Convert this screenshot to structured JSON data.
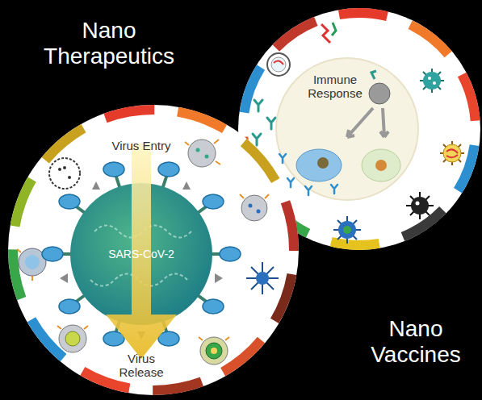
{
  "diagram": {
    "nodes": [
      {
        "text": [
          "Virus Entry",
          "Virus Release"
        ]
      },
      {
        "text": [
          "SARS-CoV-2"
        ],
        "in": 0
      },
      {
        "text": [
          "Immune Response"
        ]
      }
    ],
    "labels": [
      "Nano Therapeutics",
      "Nano Vaccines"
    ]
  }
}
